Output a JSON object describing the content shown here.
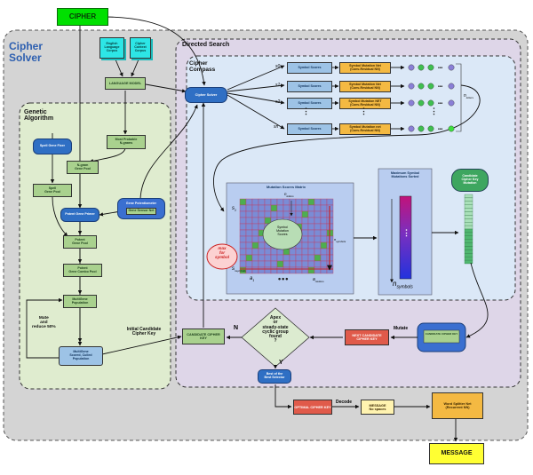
{
  "title": {
    "line1": "Cipher",
    "line2": "Solver"
  },
  "cipher": "CIPHER",
  "message": "MESSAGE",
  "genetic": {
    "title_line1": "Genetic",
    "title_line2": "Algorithm",
    "spell_fixer": "Spell Gene Fixer",
    "ngram_pool_line1": "N-gram",
    "ngram_pool_line2": "Gene Pool",
    "spell_pool_line1": "Spell",
    "spell_pool_line2": "Gene Pool",
    "potent_primer": "Potent Gene Primer",
    "potent_pool_line1": "Potent",
    "potent_pool_line2": "Gene Pool",
    "potent_combo_line1": "Potent",
    "potent_combo_line2": "Gene Combo Pool",
    "multigene_line1": "MultiGene",
    "multigene_line2": "Population",
    "culled_line1": "MultiGene",
    "culled_line2": "Scored, Culled",
    "culled_line3": "Population",
    "mate_line1": "Mate",
    "mate_line2": "and",
    "mate_line3": "reduce 50%",
    "gene_potentiometer": "Gene Potentiometer",
    "gene_sensor_net": "Gene Sensor Net",
    "most_probable_line1": "Most Probable",
    "most_probable_line2": "N-grams"
  },
  "corpus": {
    "english_line1": "English",
    "english_line2": "Language",
    "english_line3": "Corpus",
    "cipher_line1": "Cipher",
    "cipher_line2": "Context",
    "cipher_line3": "Corpus",
    "language_model": "LANGUAGE MODEL"
  },
  "directed": {
    "title": "Directed Search",
    "compass_line1": "Cipher",
    "compass_line2": "Compass",
    "cipher_solver_small": "Cipher Solver",
    "s_labels": [
      "s0",
      "s1",
      "s2",
      "sn"
    ],
    "symbol_scores": "Symbol Scores",
    "mutation_net_names": [
      "Symbol Mutation Net",
      "Symbol Mutation Net",
      "Symbol Mutation NET",
      "Symbol Mutation net"
    ],
    "mutation_net_sub": "(Conv-Residual NN)",
    "n_letters_label": "n",
    "n_letters_sub": "letters",
    "matrix_title": "Mutation Scores Matrix",
    "matrix_center_line1": "Symbol",
    "matrix_center_line2": "Mutation",
    "matrix_center_line3": "Scores",
    "max_line1": "max",
    "max_line2": "for",
    "max_line3": "symbol",
    "n_symbols": "n",
    "n_symbols_sub": "symbols",
    "max_sorted_line1": "Maximum Symbol",
    "max_sorted_line2": "Mutations Sorted",
    "candidate_mutation_line1": "Candidate",
    "candidate_mutation_line2": "Cipher Key",
    "candidate_mutation_line3": "Mutation",
    "mutate": "Mutate",
    "mutator": "CANDIDATE CIPHER KEY",
    "next_candidate": "NEXT CANDIDATE CIPHER KEY",
    "candidate_key": "CANDIDATE CIPHER KEY",
    "initial_line1": "Initial Candidate",
    "initial_line2": "Cipher Key",
    "decision_line1": "Apex",
    "decision_line2": "or",
    "decision_line3": "steady-state",
    "decision_line4": "cyclic group",
    "decision_line5": "found",
    "decision_line6": "?",
    "n": "N",
    "y": "Y",
    "best_selector_line1": "Best of the",
    "best_selector_line2": "Best Selector",
    "a1": "a",
    "a1_sub": "1",
    "an": "a",
    "an_sub": "nletters",
    "s1": "s",
    "s1_sub": "1",
    "sn": "s",
    "sn_sub": "nsymbols"
  },
  "decode": {
    "optimal_key": "OPTIMAL CIPHER KEY",
    "decode": "Decode",
    "message_line1": "MESSAGE",
    "message_line2": "No spaces",
    "splitter_line1": "Word Splitter Net",
    "splitter_line2": "(Recurrent NN)"
  },
  "colors": {
    "outer_bg": "#d4d4d4",
    "genetic_bg": "#dfeccf",
    "directed_bg": "#ded6e8",
    "compass_bg": "#dbe8f7",
    "green_box": "#a9d18e",
    "blue_box": "#2f6fc4",
    "yellow": "#ffff33",
    "cipher_green": "#00e000"
  }
}
